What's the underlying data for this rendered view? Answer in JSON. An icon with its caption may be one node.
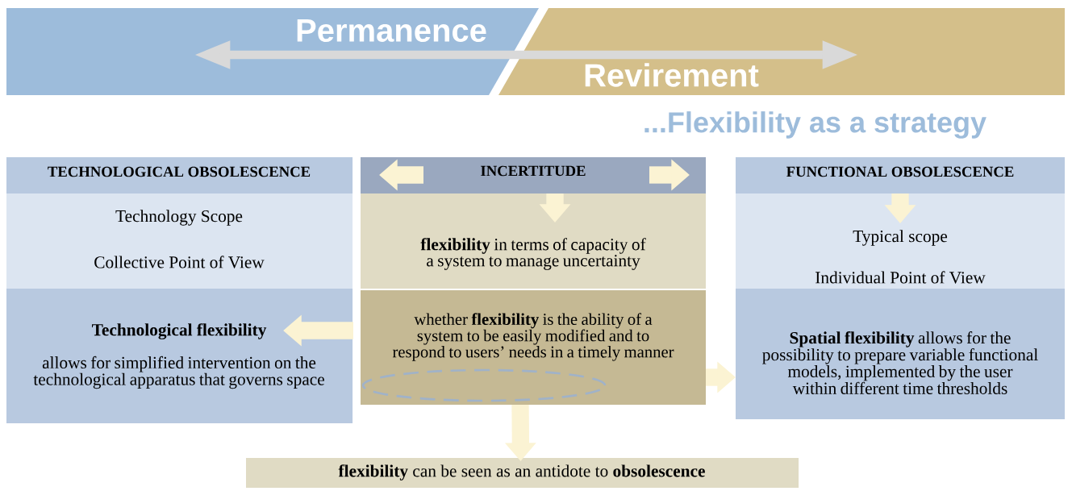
{
  "diagram": {
    "title": "...Flexibility as a strategy",
    "nodes": [
      {
        "text": [
          "Permanence"
        ]
      },
      {
        "text": [
          "Revirement"
        ]
      },
      {
        "text": [
          "TECHNOLOGICAL  OBSOLESCENCE"
        ]
      },
      {
        "text": [
          "Technology Scope",
          "Collective Point of View"
        ]
      },
      {
        "text": [
          "Technological flexibility",
          "allows for simplified intervention on the technological apparatus that governs space"
        ]
      },
      {
        "text": [
          "INCERTITUDE"
        ]
      },
      {
        "text": [
          "**flexibility** in terms of capacity of a system to manage uncertainty"
        ]
      },
      {
        "text": [
          "whether **flexibility** is the ability of a system to be easily modified and to respond to users’ needs in a timely manner"
        ]
      },
      {
        "text": [],
        "shape": "ellipse",
        "in": 7
      },
      {
        "text": [
          "FUNCTIONAL  OBSOLESCENCE"
        ]
      },
      {
        "text": [
          "Typical scope",
          "Individual Point of View"
        ]
      },
      {
        "text": [
          "**Spatial flexibility** allows for the possibility to prepare variable functional models, implemented by the user within different time thresholds"
        ]
      },
      {
        "text": [
          "**flexibility** can be seen as an antidote to **obsolescence**"
        ]
      }
    ],
    "edges": [
      {
        "from": 0,
        "to": 1,
        "arrow": "both",
        "color": "#d9d9d9"
      },
      {
        "from": 5,
        "to": null,
        "arrow": "to"
      },
      {
        "from": 5,
        "to": null,
        "arrow": "to"
      },
      {
        "from": 5,
        "to": 6,
        "arrow": "to"
      },
      {
        "from": 7,
        "to": 4,
        "arrow": "to"
      },
      {
        "from": 7,
        "to": 11,
        "arrow": "to"
      },
      {
        "from": 9,
        "to": 10,
        "arrow": "to"
      },
      {
        "from": 7,
        "to": 12,
        "arrow": "to"
      }
    ]
  }
}
